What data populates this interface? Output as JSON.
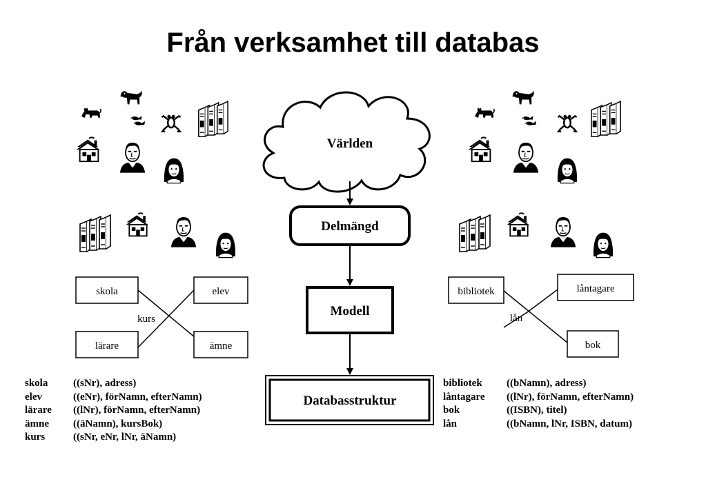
{
  "title": "Från verksamhet till databas",
  "flow": {
    "world": "Världen",
    "subset": "Delmängd",
    "model": "Modell",
    "structure": "Databasstruktur"
  },
  "school": {
    "school": "skola",
    "student": "elev",
    "teacher": "lärare",
    "subject": "ämne",
    "relation": "kurs"
  },
  "library": {
    "library": "bibliotek",
    "borrower": "låntagare",
    "book": "bok",
    "relation": "lån"
  },
  "schema_left": [
    {
      "name": "skola",
      "attrs": "((sNr), adress)"
    },
    {
      "name": "elev",
      "attrs": "((eNr), förNamn, efterNamn)"
    },
    {
      "name": "lärare",
      "attrs": "((lNr), förNamn, efterNamn)"
    },
    {
      "name": "ämne",
      "attrs": "((äNamn), kursBok)"
    },
    {
      "name": "kurs",
      "attrs": "((sNr, eNr, lNr, äNamn)"
    }
  ],
  "schema_right": [
    {
      "name": "bibliotek",
      "attrs": "((bNamn), adress)"
    },
    {
      "name": "låntagare",
      "attrs": "((lNr), förNamn, efterNamn)"
    },
    {
      "name": "bok",
      "attrs": "((ISBN), titel)"
    },
    {
      "name": "lån",
      "attrs": "((bNamn, lNr, ISBN, datum)"
    }
  ],
  "icons": [
    "cat-icon",
    "dog-icon",
    "fish-icon",
    "frog-icon",
    "books-icon",
    "house-icon",
    "man-icon",
    "woman-icon"
  ]
}
